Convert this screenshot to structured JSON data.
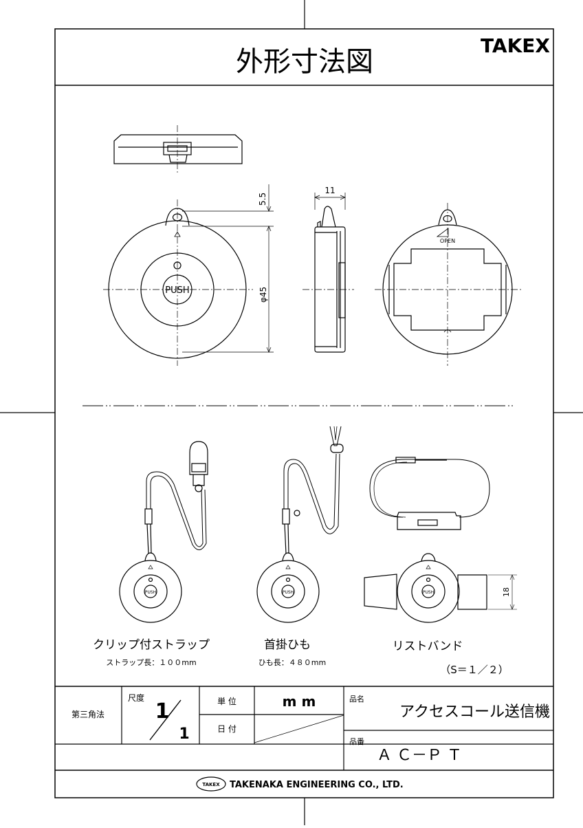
{
  "title": "外形寸法図",
  "brand": "TAKEX",
  "dims": {
    "top": "5.5",
    "width": "11",
    "diameter": "φ45",
    "band": "18"
  },
  "labels": {
    "push": "PUSH",
    "open": "OPEN"
  },
  "captions": {
    "clip_title": "クリップ付ストラップ",
    "clip_sub": "ストラップ長：１００mm",
    "neck_title": "首掛ひも",
    "neck_sub": "ひも長：４８０mm",
    "wrist_title": "リストバンド",
    "scale_note": "（S＝１／２）"
  },
  "titleblock": {
    "projection": "第三角法",
    "scale_label": "尺度",
    "scale_num": "1",
    "scale_den": "1",
    "unit_label": "単 位",
    "unit_value": "m m",
    "date_label": "日 付",
    "name_label": "品名",
    "name_value": "アクセスコール送信機",
    "code_label": "品番",
    "code_value": "Ａ Ｃ－Ｐ Ｔ"
  },
  "footer": {
    "logo": "TAKEX",
    "company": "TAKENAKA ENGINEERING CO., LTD."
  }
}
